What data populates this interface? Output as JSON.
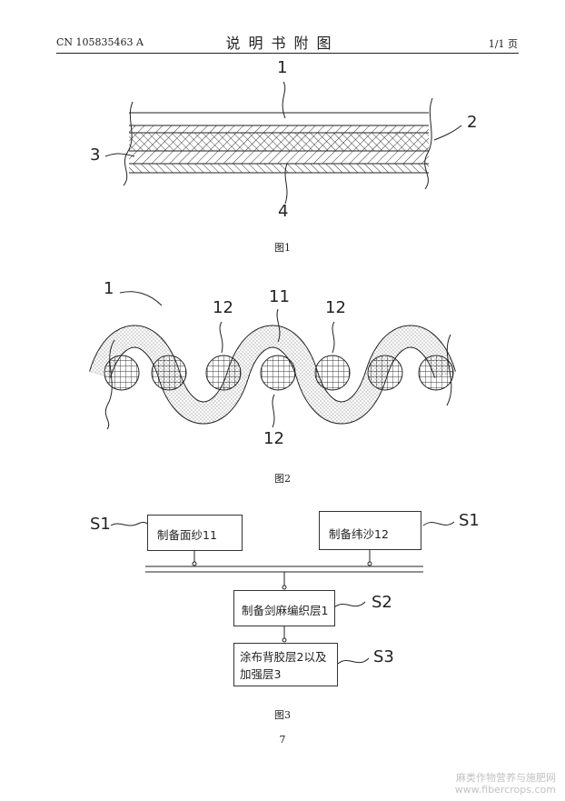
{
  "header": {
    "pub_number": "CN 105835463 A",
    "title": "说明书附图",
    "page": "1/1 页"
  },
  "figures": {
    "fig1": {
      "caption": "图1",
      "labels": [
        "1",
        "2",
        "3",
        "4"
      ]
    },
    "fig2": {
      "caption": "图2",
      "labels": [
        "1",
        "12",
        "11",
        "12",
        "12"
      ]
    },
    "fig3": {
      "caption": "图3",
      "step_left": {
        "tag": "S1",
        "text": "制备面纱11"
      },
      "step_right": {
        "tag": "S1",
        "text": "制备纬沙12"
      },
      "step_mid": {
        "tag": "S2",
        "text": "制备剑麻编织层1"
      },
      "step_last": {
        "tag": "S3",
        "line1": "涂布背胶层2以及",
        "line2": "加强层3"
      }
    }
  },
  "footer": {
    "page_number": "7"
  },
  "watermark": {
    "line1": "麻类作物营养与施肥网",
    "line2": "www.fibercrops.com"
  }
}
